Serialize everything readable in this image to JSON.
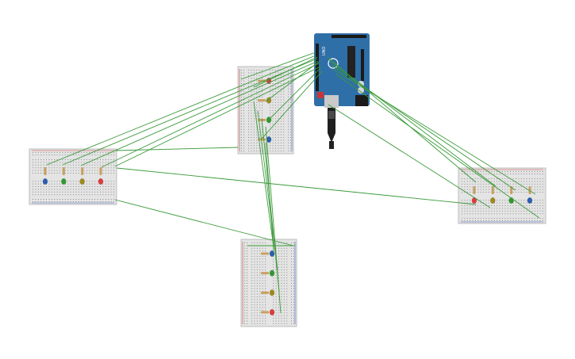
{
  "arduino": {
    "brand_text": "UNO",
    "board_color": "#2f6fa8",
    "usb_color": "#c9c9c9"
  },
  "colors": {
    "wire": "#3a9a3a",
    "breadboard": "#e4e4e4",
    "breadboard_border": "#bdbdbd",
    "hole": "#8c8c8c",
    "rail_red": "#d04040",
    "rail_blue": "#4060c0",
    "led_red": "#e03a3a",
    "led_green": "#2f9a2f",
    "led_yellow": "#a08a1c",
    "led_blue": "#2a5fb0",
    "resistor": "#c8a060"
  },
  "breadboards": [
    {
      "name": "breadboard-top",
      "leds": [
        "red",
        "yellow",
        "green",
        "blue"
      ]
    },
    {
      "name": "breadboard-left",
      "leds": [
        "blue",
        "green",
        "yellow",
        "red"
      ]
    },
    {
      "name": "breadboard-right",
      "leds": [
        "red",
        "yellow",
        "green",
        "blue"
      ]
    },
    {
      "name": "breadboard-bottom",
      "leds": [
        "blue",
        "green",
        "yellow",
        "red"
      ]
    }
  ]
}
